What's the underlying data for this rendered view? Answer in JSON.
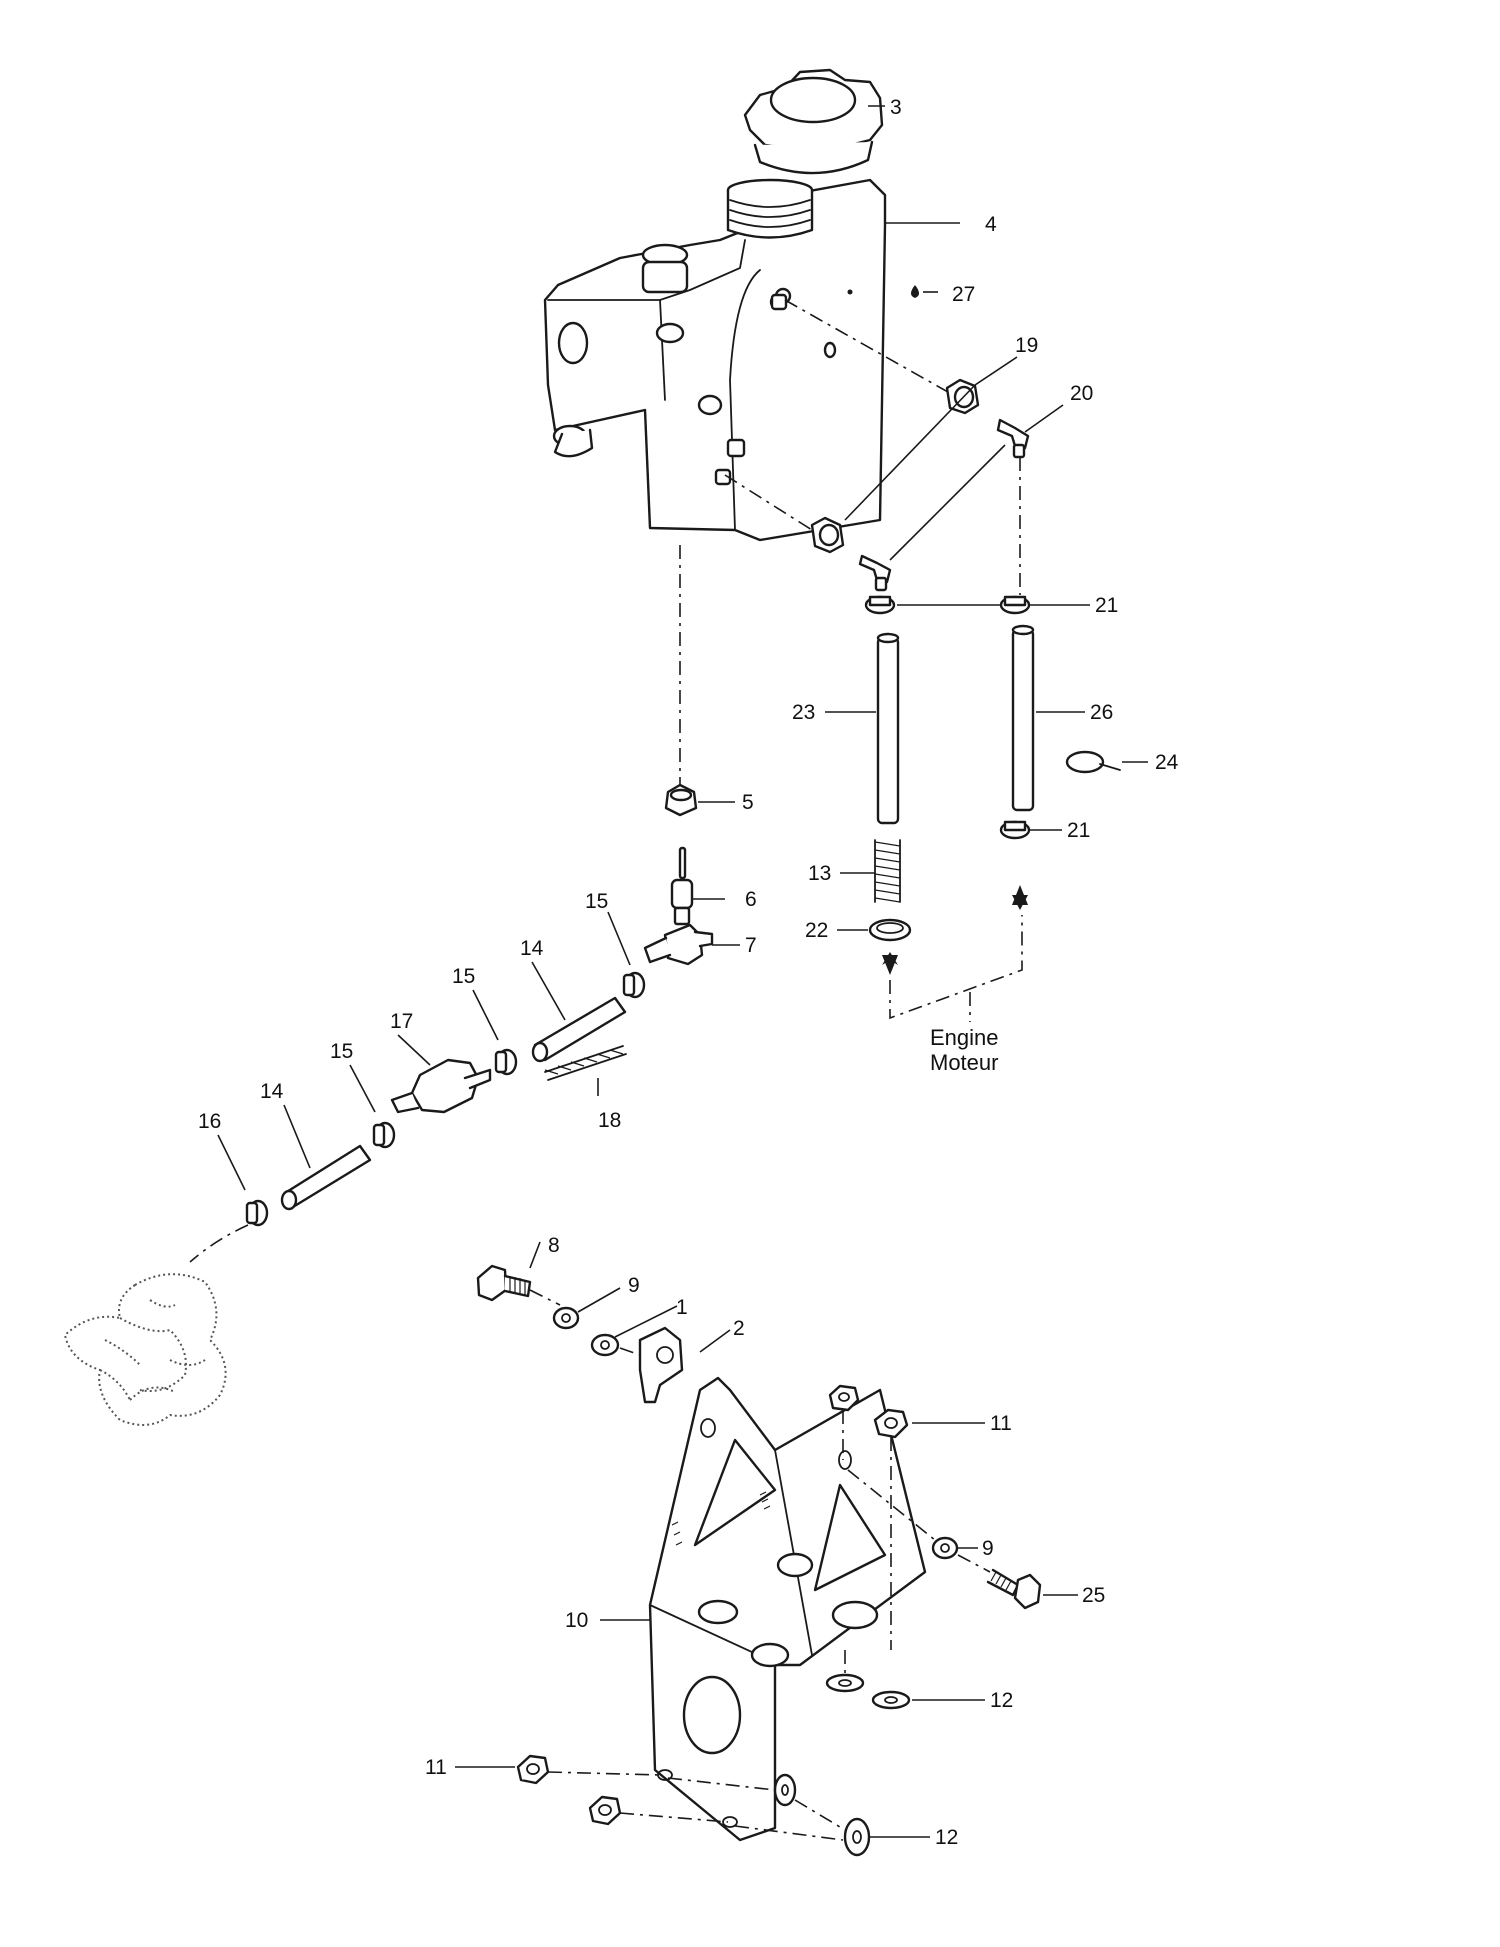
{
  "labels": {
    "p1": "1",
    "p2": "2",
    "p3": "3",
    "p4": "4",
    "p5": "5",
    "p6": "6",
    "p7": "7",
    "p8": "8",
    "p9a": "9",
    "p9b": "9",
    "p10": "10",
    "p11a": "11",
    "p11b": "11",
    "p12a": "12",
    "p12b": "12",
    "p13": "13",
    "p14a": "14",
    "p14b": "14",
    "p15a": "15",
    "p15b": "15",
    "p15c": "15",
    "p16": "16",
    "p17": "17",
    "p18": "18",
    "p19": "19",
    "p20": "20",
    "p21a": "21",
    "p21b": "21",
    "p22": "22",
    "p23": "23",
    "p24": "24",
    "p25": "25",
    "p26": "26",
    "p27": "27"
  },
  "engine_label": {
    "line1": "Engine",
    "line2": "Moteur"
  }
}
